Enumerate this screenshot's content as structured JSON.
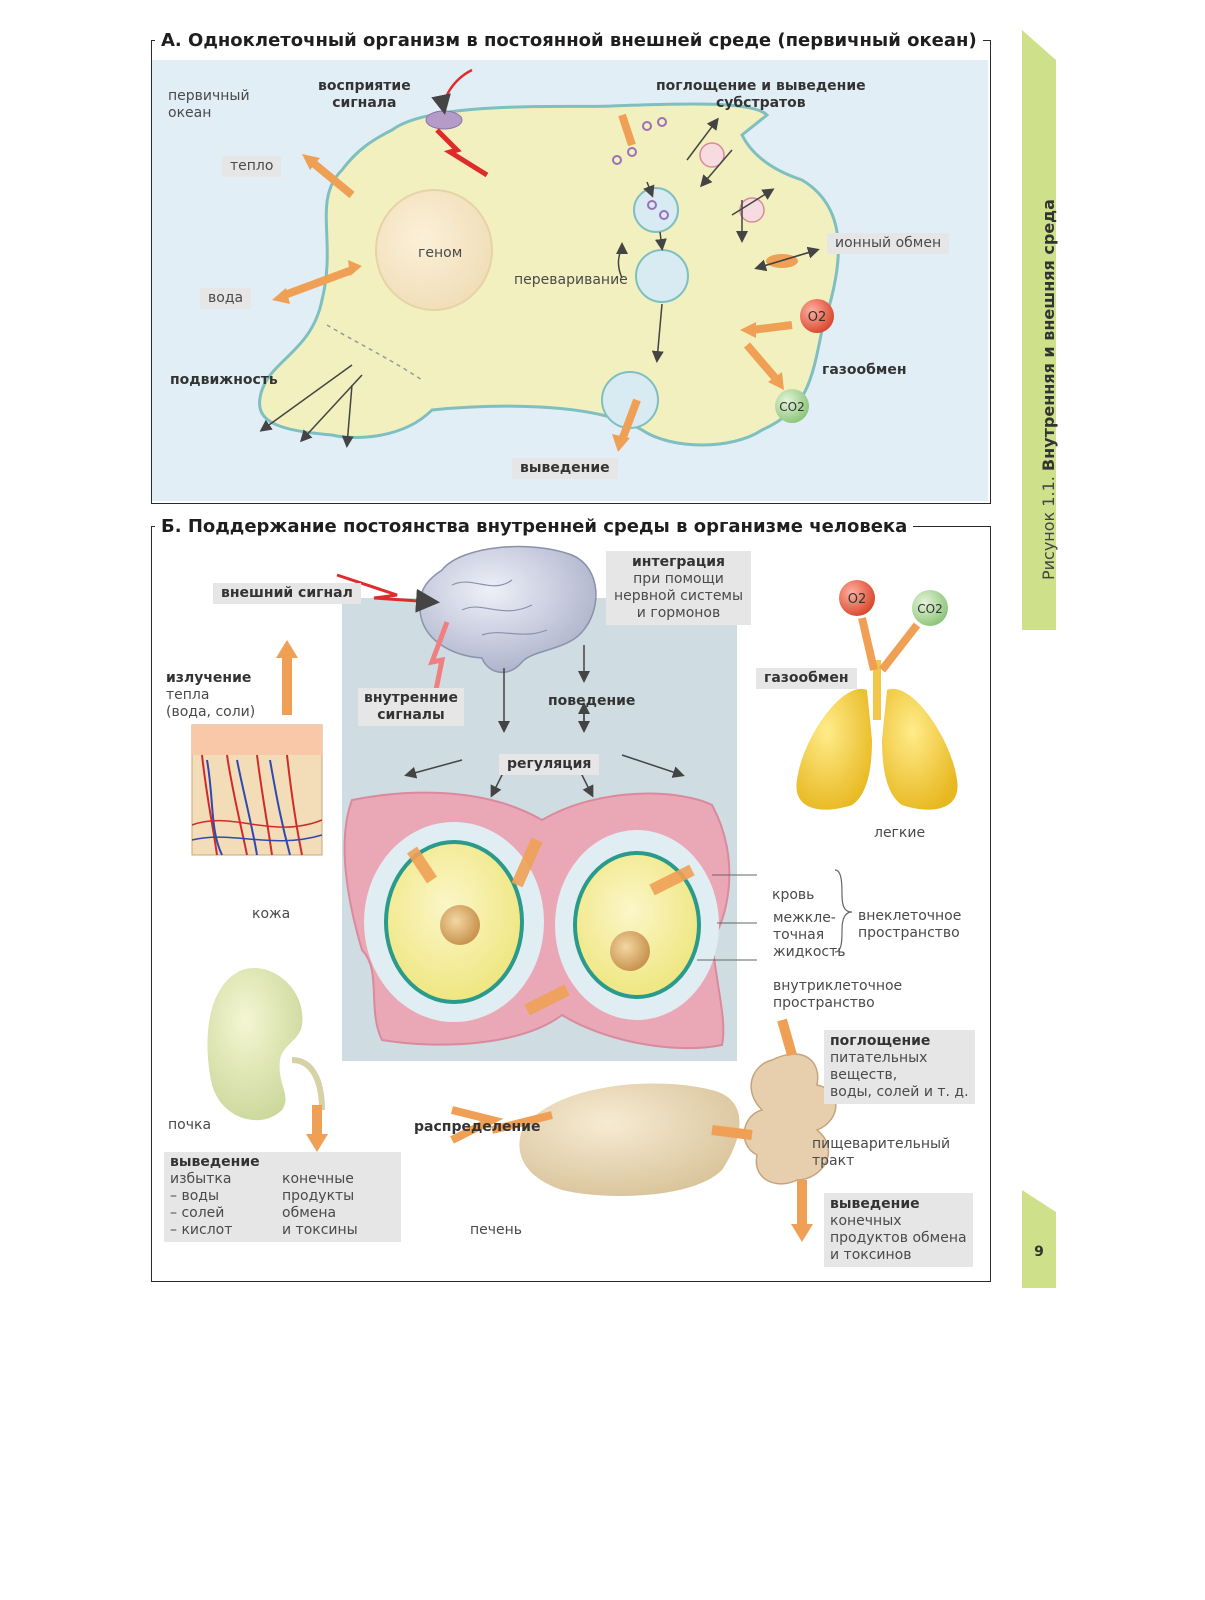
{
  "panel_a": {
    "title": "А. Одноклеточный организм в постоянной внешней среде (первичный океан)",
    "ocean_label_1": "первичный",
    "ocean_label_2": "океан",
    "signal_perception_1": "восприятие",
    "signal_perception_2": "сигнала",
    "uptake_1": "поглощение и выведение",
    "uptake_2": "субстратов",
    "heat": "тепло",
    "genome": "геном",
    "ion_exchange": "ионный обмен",
    "water": "вода",
    "digestion": "переваривание",
    "o2": "O2",
    "co2": "CO2",
    "gas_exchange": "газообмен",
    "motility": "подвижность",
    "excretion": "выведение"
  },
  "panel_b": {
    "title": "Б. Поддержание постоянства внутренней среды в организме человека",
    "external_signal": "внешний сигнал",
    "integration_1": "интеграция",
    "integration_2": "при помощи",
    "integration_3": "нервной системы",
    "integration_4": "и гормонов",
    "o2": "O2",
    "co2": "CO2",
    "radiation_1": "излучение",
    "radiation_2": "тепла",
    "radiation_3": "(вода, соли)",
    "internal_signals_1": "внутренние",
    "internal_signals_2": "сигналы",
    "behavior": "поведение",
    "gas_exchange": "газообмен",
    "regulation": "регуляция",
    "lungs": "легкие",
    "skin": "кожа",
    "blood": "кровь",
    "interstitial_1": "межкле-",
    "interstitial_2": "точная",
    "interstitial_3": "жидкость",
    "extracellular_1": "внеклеточное",
    "extracellular_2": "пространство",
    "intracellular_1": "внутриклеточное",
    "intracellular_2": "пространство",
    "absorption_1": "поглощение",
    "absorption_2": "питательных",
    "absorption_3": "веществ,",
    "absorption_4": "воды, солей и т. д.",
    "kidney": "почка",
    "distribution": "распределение",
    "gi_tract_1": "пищеварительный",
    "gi_tract_2": "тракт",
    "excretion_left_1": "выведение",
    "excretion_left_2": "избытка",
    "excretion_left_3": "– воды",
    "excretion_left_4": "– солей",
    "excretion_left_5": "– кислот",
    "end_products_1": "конечные",
    "end_products_2": "продукты",
    "end_products_3": "обмена",
    "end_products_4": "и токсины",
    "liver": "печень",
    "excretion_right_1": "выведение",
    "excretion_right_2": "конечных",
    "excretion_right_3": "продуктов обмена",
    "excretion_right_4": "и токсинов"
  },
  "side": {
    "figure_label": "Рисунок 1.1.",
    "figure_title": "Внутренняя и внешняя среда",
    "page_number": "9"
  },
  "colors": {
    "ocean": "#e2eef6",
    "cytoplasm": "#f3f0bf",
    "membrane": "#7fbfc0",
    "arrow_orange": "#f0a055",
    "signal_red": "#e02b2b",
    "interstitial_bg": "#cfdde2",
    "vessel_pink": "#eaa8b6",
    "accent_green": "#cfe08a"
  }
}
